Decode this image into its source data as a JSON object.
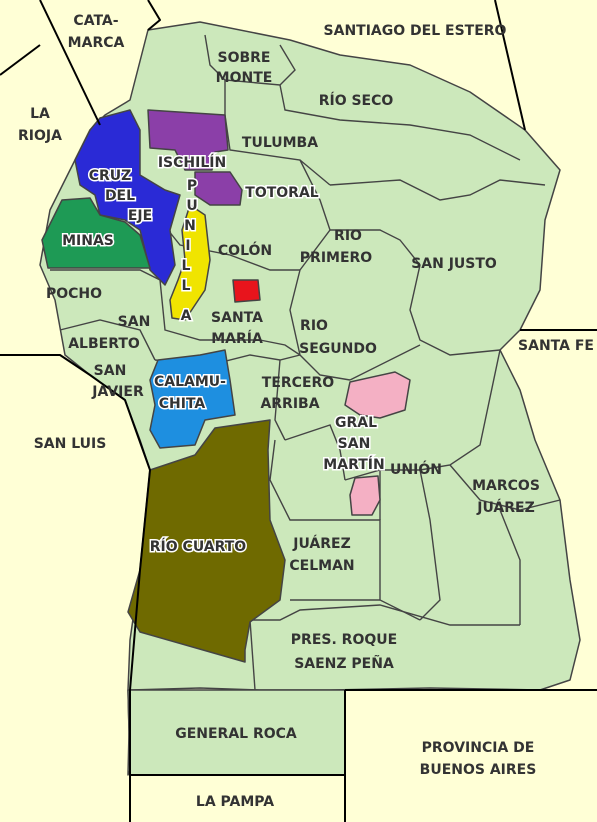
{
  "colors": {
    "background": "#ffffd6",
    "province": "#cce8bb",
    "cruz_del_eje": "#2a2ad6",
    "minas": "#1e9a55",
    "ischilin": "#8b3fa8",
    "punilla": "#f0e400",
    "capital": "#e8141c",
    "calamuchita": "#1e8fe0",
    "rio_cuarto": "#6f6a00",
    "pink": "#f4b0c4"
  },
  "neighbors": {
    "catamarca": [
      "CATA-",
      "MARCA"
    ],
    "santiago": "SANTIAGO DEL ESTERO",
    "la_rioja": [
      "LA",
      "RIOJA"
    ],
    "san_luis": "SAN LUIS",
    "santa_fe": "SANTA FE",
    "la_pampa": "LA PAMPA",
    "buenos_aires": [
      "PROVINCIA DE",
      "BUENOS AIRES"
    ]
  },
  "departments": {
    "sobremonte": [
      "SOBRE",
      "MONTE"
    ],
    "rio_seco": "RÍO SECO",
    "tulumba": "TULUMBA",
    "ischilin": "ISCHILÍN",
    "totoral": "TOTORAL",
    "cruz_del_eje": [
      "CRUZ",
      "DEL",
      "EJE"
    ],
    "punilla": [
      "P",
      "U",
      "N",
      "I",
      "L",
      "L",
      "A"
    ],
    "minas": "MINAS",
    "colon": "COLÓN",
    "rio_primero": [
      "RIO",
      "PRIMERO"
    ],
    "san_justo": "SAN JUSTO",
    "pocho": "POCHO",
    "san_alberto": [
      "SAN",
      "ALBERTO"
    ],
    "santa_maria": [
      "SANTA",
      "MARÍA"
    ],
    "rio_segundo": [
      "RIO",
      "SEGUNDO"
    ],
    "san_javier": [
      "SAN",
      "JAVIER"
    ],
    "calamuchita": [
      "CALAMU-",
      "CHITA"
    ],
    "tercero_arriba": [
      "TERCERO",
      "ARRIBA"
    ],
    "gral_san_martin": [
      "GRAL",
      "SAN",
      "MARTÍN"
    ],
    "union": "UNIÓN",
    "marcos_juarez": [
      "MARCOS",
      "JUÁREZ"
    ],
    "rio_cuarto": "RÍO CUARTO",
    "juarez_celman": [
      "JUÁREZ",
      "CELMAN"
    ],
    "pres_roque_saenz_pena": [
      "PRES. ROQUE",
      "SAENZ PEÑA"
    ],
    "general_roca": "GENERAL ROCA"
  }
}
